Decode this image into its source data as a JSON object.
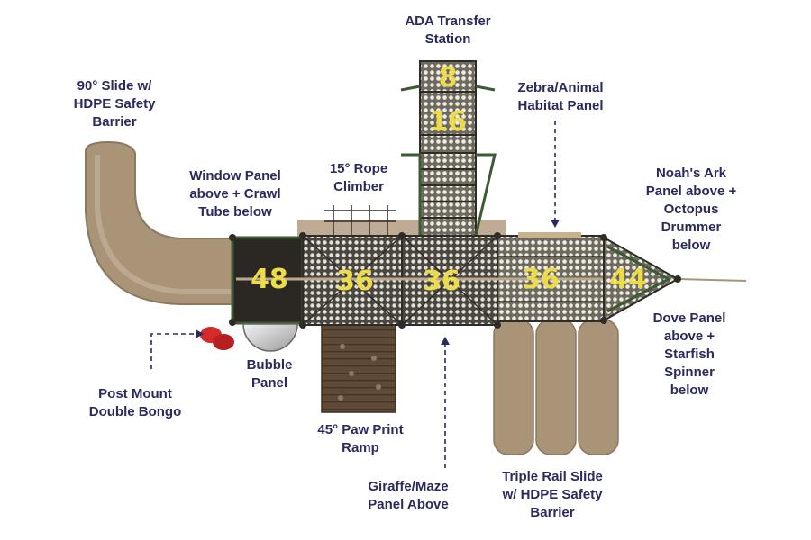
{
  "labels": {
    "ada": "ADA Transfer\nStation",
    "slide90": "90° Slide w/\nHDPE Safety\nBarrier",
    "zebra": "Zebra/Animal\nHabitat Panel",
    "window": "Window Panel\nabove + Crawl\nTube below",
    "rope": "15° Rope\nClimber",
    "noah": "Noah's Ark\nPanel above +\nOctopus\nDrummer\nbelow",
    "dove": "Dove Panel\nabove +\nStarfish\nSpinner\nbelow",
    "bubble": "Bubble\nPanel",
    "bongo": "Post Mount\nDouble Bongo",
    "ramp": "45° Paw Print\nRamp",
    "giraffe": "Giraffe/Maze\nPanel Above",
    "triple": "Triple Rail Slide\nw/ HDPE Safety\nBarrier"
  },
  "decks": {
    "step8": "8",
    "step16": "16",
    "deck48": "48",
    "deck36a": "36",
    "deck36b": "36",
    "deck36c": "36",
    "deck44": "44"
  },
  "colors": {
    "label_text": "#2a2a5e",
    "deck_number": "#ecdc4a",
    "slide_tan": "#a99478",
    "deck_dark": "#3a3630",
    "ramp_brown": "#5e4a36",
    "frame_green": "#3d5a35",
    "bongo_red": "#d62b2b"
  }
}
